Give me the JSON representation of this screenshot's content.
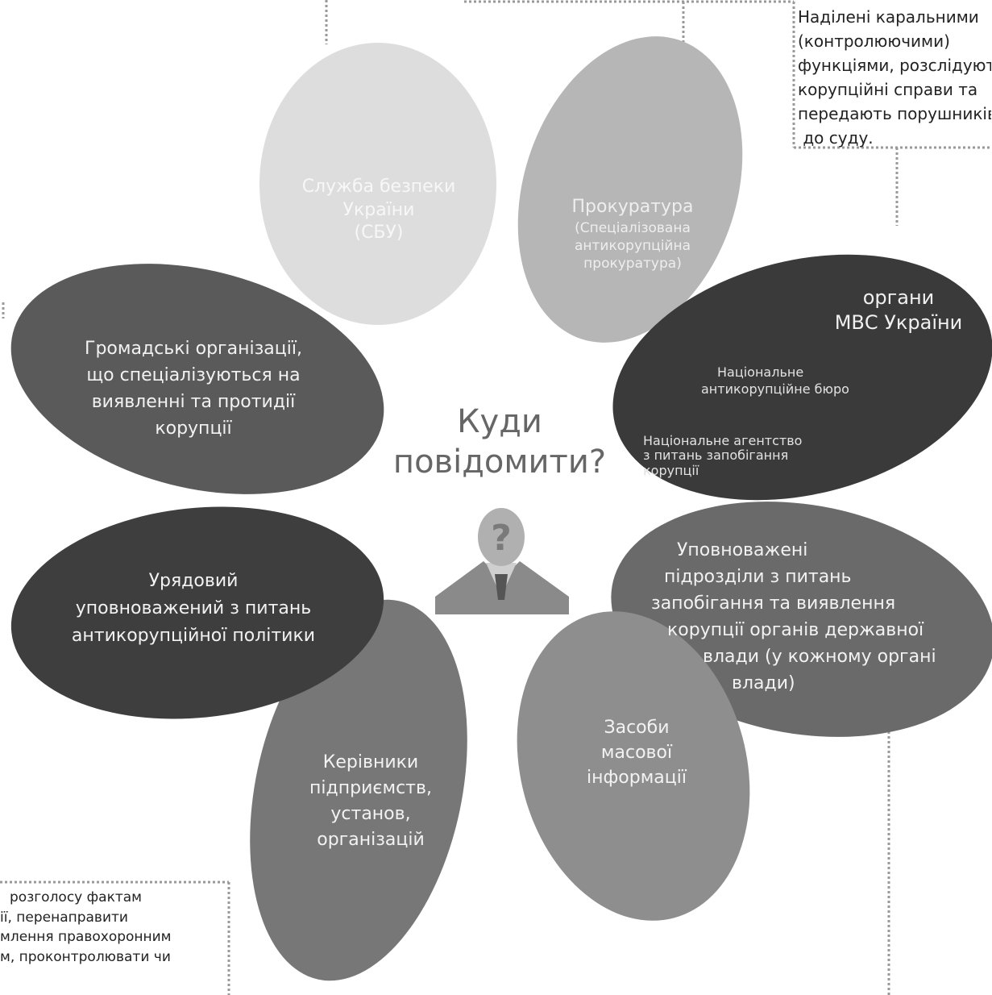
{
  "center": {
    "line1": "Куди",
    "line2": "повідомити?"
  },
  "petals": [
    {
      "id": "sbu",
      "lines": [
        "Служба безпеки",
        "України",
        "(СБУ)"
      ],
      "color": "#dddddd"
    },
    {
      "id": "prosecutor",
      "lines": [
        "Прокуратура",
        "(Спеціалізована",
        "антикорупційна",
        "прокуратура)"
      ],
      "color": "#b6b6b6"
    },
    {
      "id": "mvs",
      "title_lines": [
        "органи",
        "МВС України"
      ],
      "sub1_lines": [
        "Національне",
        "антикорупційне бюро"
      ],
      "sub2_lines": [
        "Національне агентство",
        "з питань запобігання",
        "корупції"
      ],
      "color": "#3a3a3a"
    },
    {
      "id": "authorized-units",
      "lines": [
        "Уповноважені",
        "підрозділи з питань",
        "запобігання та виявлення",
        "корупції органів державної",
        "влади (у кожному органі",
        "влади)"
      ],
      "color": "#6a6a6a"
    },
    {
      "id": "media",
      "lines": [
        "Засоби",
        "масової",
        "інформації"
      ],
      "color": "#8e8e8e"
    },
    {
      "id": "heads",
      "lines": [
        "Керівники",
        "підприємств,",
        "установ,",
        "організацій"
      ],
      "color": "#777777"
    },
    {
      "id": "gov-commissioner",
      "lines": [
        "Урядовий",
        "уповноважений з питань",
        "антикорупційної політики"
      ],
      "color": "#3e3e3e"
    },
    {
      "id": "ngo",
      "lines": [
        "Громадські організації,",
        "що спеціалізуються на",
        "виявленні та протидії",
        "корупції"
      ],
      "color": "#5a5a5a"
    }
  ],
  "notes": {
    "top_right": [
      "Наділені каральними",
      "(контролюючими)",
      "функціями, розслідують",
      "корупційні справи та",
      "передають порушників",
      " до суду."
    ],
    "bottom_left": [
      "розголосу фактам",
      "ії, перенаправити",
      "млення правохоронним",
      "м, проконтролювати чи"
    ]
  }
}
